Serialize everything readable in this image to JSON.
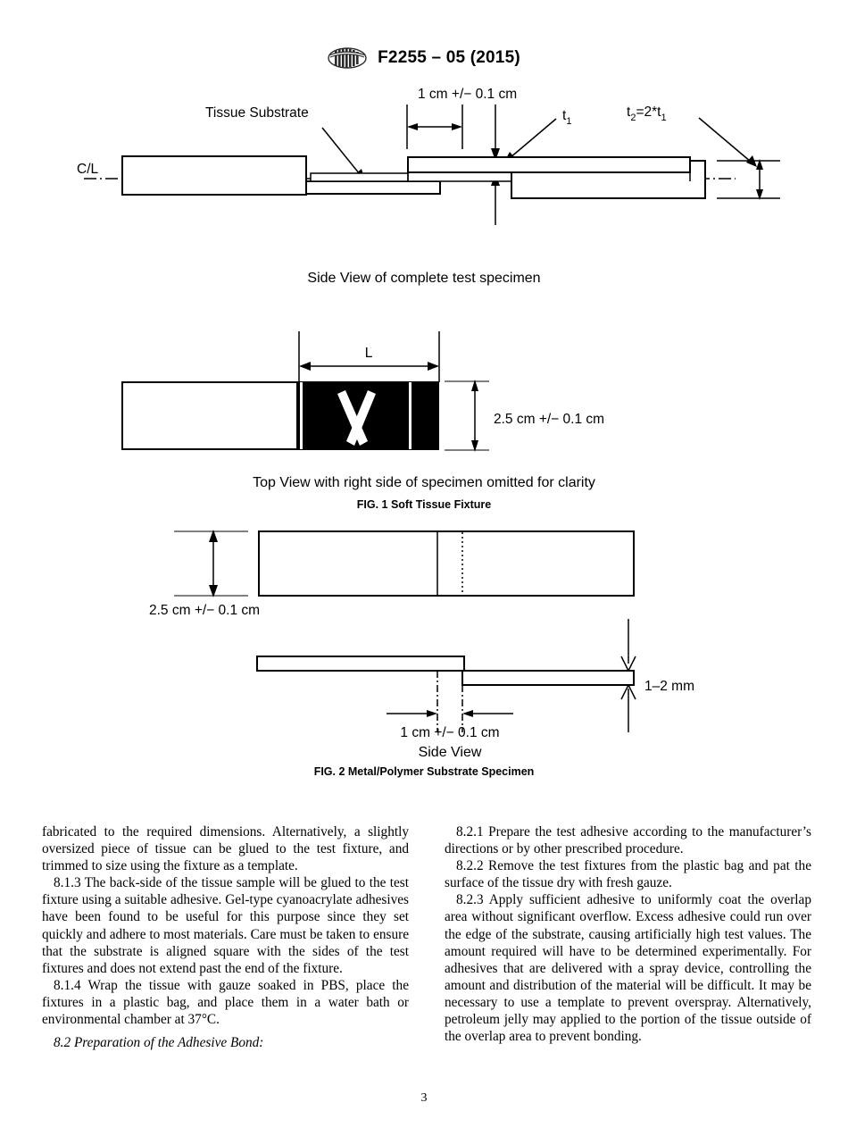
{
  "header": {
    "logo_icon": "astm-logo-icon",
    "title": "F2255 – 05 (2015)"
  },
  "figure1": {
    "id": "fig-1",
    "caption": "FIG. 1 Soft Tissue Fixture",
    "side_view_caption": "Side View of complete test specimen",
    "top_view_caption": "Top View with right side of specimen omitted for clarity",
    "labels": {
      "centerline": "C/L",
      "tissue_substrate": "Tissue Substrate",
      "overlap_dimension": "1 cm +/− 0.1 cm",
      "t1": "t",
      "t1_sub": "1",
      "t2_expr_a": "t",
      "t2_sub_a": "2",
      "t2_expr_b": "=2*t",
      "t2_sub_b": "1",
      "length_L": "L",
      "width_dimension": "2.5 cm +/− 0.1 cm"
    }
  },
  "figure2": {
    "id": "fig-2",
    "caption": "FIG. 2 Metal/Polymer Substrate Specimen",
    "side_view_caption": "Side View",
    "labels": {
      "width_dimension": "2.5 cm +/− 0.1 cm",
      "overlap_dimension": "1 cm +/− 0.1 cm",
      "thickness_dimension": "1–2 mm"
    }
  },
  "body": {
    "left_column": [
      {
        "id": "para-continued",
        "indent": false,
        "text": "fabricated to the required dimensions. Alternatively, a slightly oversized piece of tissue can be glued to the test fixture, and trimmed to size using the fixture as a template."
      },
      {
        "id": "para-8-1-3",
        "indent": true,
        "text": "8.1.3  The back-side of the tissue sample will be glued to the test fixture using a suitable adhesive. Gel-type cyanoacrylate adhesives have been found to be useful for this purpose since they set quickly and adhere to most materials. Care must be taken to ensure that the substrate is aligned square with the sides of the test fixtures and does not extend past the end of the fixture."
      },
      {
        "id": "para-8-1-4",
        "indent": true,
        "text": "8.1.4  Wrap the tissue with gauze soaked in PBS, place the fixtures in a plastic bag, and place them in a water bath or environmental chamber at 37°C."
      },
      {
        "id": "heading-8-2",
        "indent": true,
        "italic": true,
        "text": "8.2  Preparation of the Adhesive Bond:"
      }
    ],
    "right_column": [
      {
        "id": "para-8-2-1",
        "indent": true,
        "text": "8.2.1  Prepare the test adhesive according to the manufacturer’s directions or by other prescribed procedure."
      },
      {
        "id": "para-8-2-2",
        "indent": true,
        "text": "8.2.2  Remove the test fixtures from the plastic bag and pat the surface of the tissue dry with fresh gauze."
      },
      {
        "id": "para-8-2-3",
        "indent": true,
        "text": "8.2.3  Apply sufficient adhesive to uniformly coat the overlap area without significant overflow. Excess adhesive could run over the edge of the substrate, causing artificially high test values. The amount required will have to be determined experimentally. For adhesives that are delivered with a spray device, controlling the amount and distribution of the material will be difficult. It may be necessary to use a template to prevent overspray. Alternatively, petroleum jelly may applied to the portion of the tissue outside of the overlap area to prevent bonding."
      }
    ]
  },
  "footer": {
    "page_number": "3"
  }
}
